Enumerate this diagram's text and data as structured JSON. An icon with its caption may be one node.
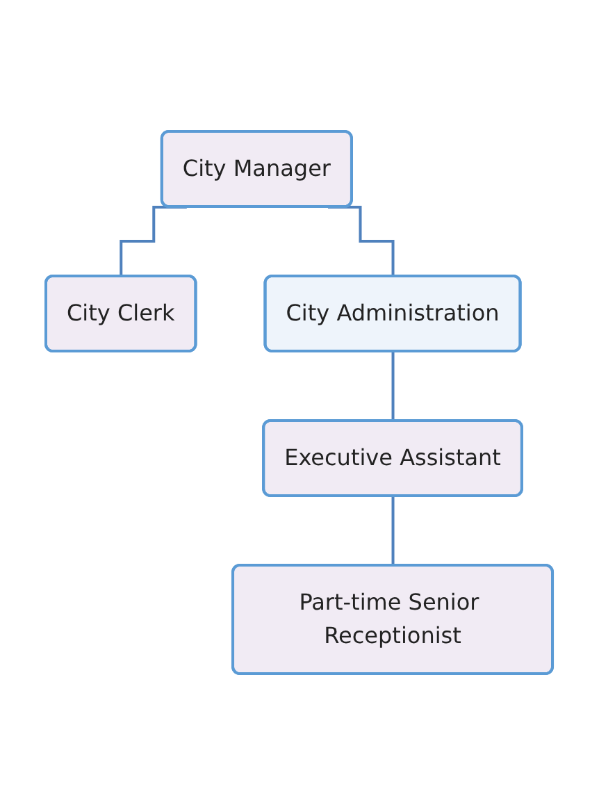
{
  "diagram": {
    "nodes": [
      {
        "text": [
          "City Manager"
        ]
      },
      {
        "text": [
          "City Clerk"
        ]
      },
      {
        "text": [
          "City Administration"
        ]
      },
      {
        "text": [
          "Executive Assistant"
        ]
      },
      {
        "text": [
          "Part-time Senior Receptionist"
        ]
      }
    ],
    "edges": [
      {
        "from": 0,
        "to": 1,
        "arrow": "none"
      },
      {
        "from": 0,
        "to": 2,
        "arrow": "none"
      },
      {
        "from": 2,
        "to": 3,
        "arrow": "none"
      },
      {
        "from": 3,
        "to": 4,
        "arrow": "none"
      }
    ]
  }
}
